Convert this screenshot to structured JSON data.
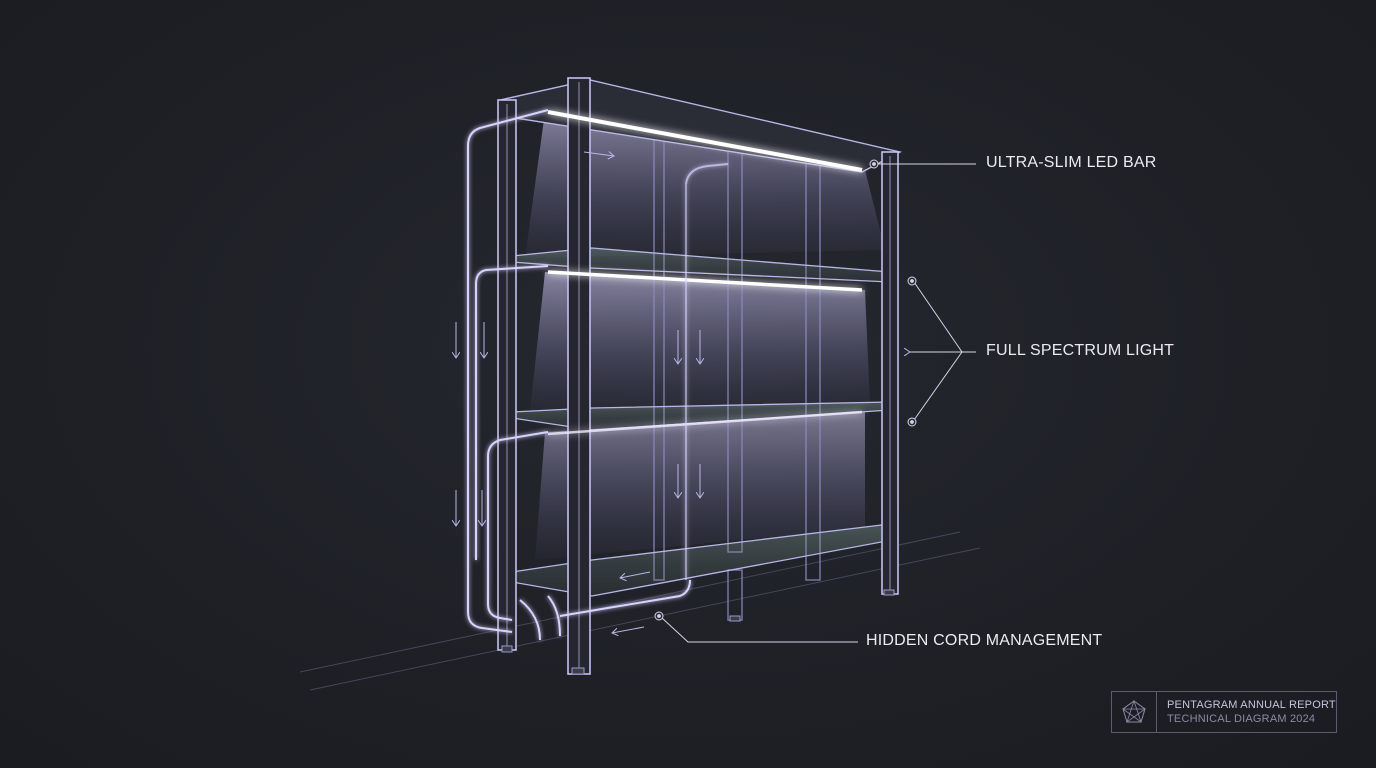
{
  "callouts": {
    "led_bar": "ULTRA-SLIM LED BAR",
    "full_spectrum": "FULL SPECTRUM LIGHT",
    "cord_management": "HIDDEN CORD MANAGEMENT"
  },
  "brand": {
    "line1": "PENTAGRAM ANNUAL REPORT",
    "line2": "TECHNICAL DIAGRAM 2024",
    "logo_icon": "pentagram-logo-icon"
  },
  "colors": {
    "background": "#1f2127",
    "frame_line": "#b8b6e6",
    "glow": "#c9c2ff",
    "led": "#ffffff",
    "text": "#eceaf2"
  }
}
